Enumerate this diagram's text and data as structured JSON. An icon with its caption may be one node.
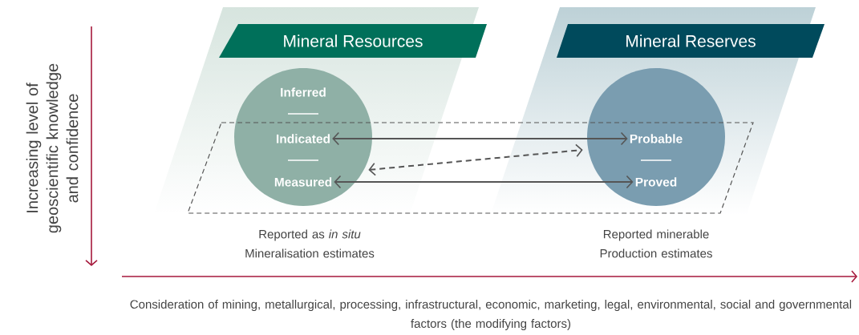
{
  "diagram": {
    "nodes": [
      {
        "text": [
          "Mineral Resources"
        ]
      },
      {
        "text": [
          "Mineral Reserves"
        ]
      },
      {
        "text": [],
        "shape": "circle"
      },
      {
        "text": [
          "Inferred"
        ],
        "in": 2
      },
      {
        "text": [
          "Indicated"
        ],
        "in": 2
      },
      {
        "text": [
          "Measured"
        ],
        "in": 2
      },
      {
        "text": [],
        "shape": "circle"
      },
      {
        "text": [
          "Probable"
        ],
        "in": 6
      },
      {
        "text": [
          "Proved"
        ],
        "in": 6
      }
    ],
    "edges": [
      {
        "from": 4,
        "to": 7,
        "arrow": "both"
      },
      {
        "from": 5,
        "to": 7,
        "arrow": "both",
        "style": "dashed"
      },
      {
        "from": 5,
        "to": 8,
        "arrow": "both"
      }
    ],
    "labels": [
      "Reported as *in situ* Mineralisation estimates",
      "Reported minerable Production estimates",
      "Increasing level of geoscientific knowledge and confidence",
      "Consideration of mining, metallurgical, processing, infrastructural, economic, marketing, legal, environmental, social and governmental factors (the modifying factors)"
    ]
  }
}
